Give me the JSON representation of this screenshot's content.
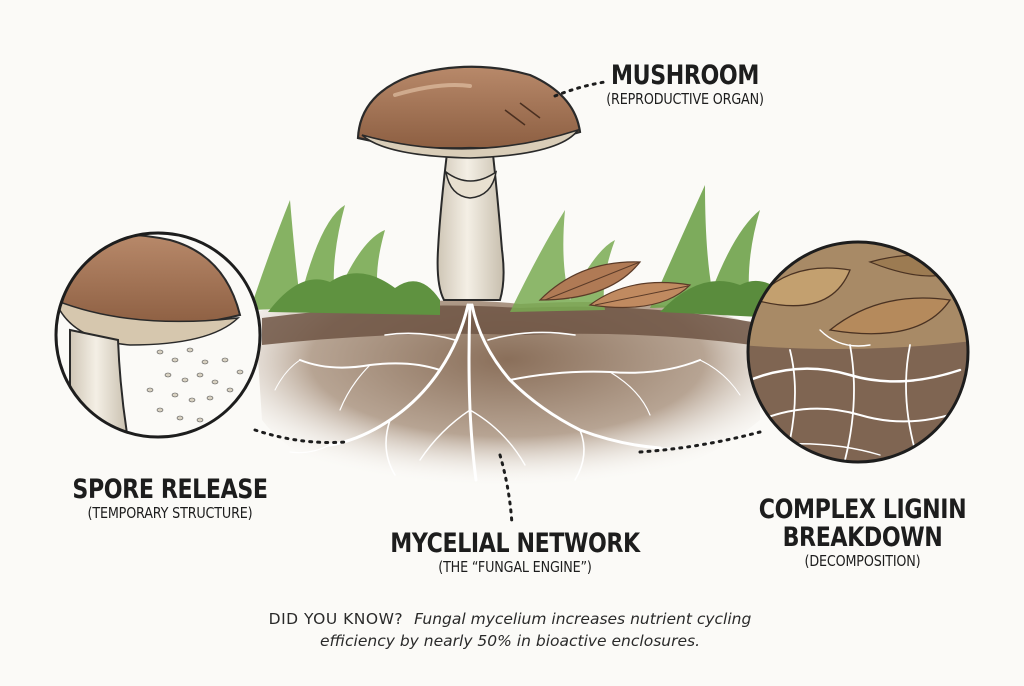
{
  "labels": {
    "mushroom": {
      "title": "MUSHROOM",
      "sub": "(REPRODUCTIVE ORGAN)"
    },
    "spore": {
      "title": "SPORE RELEASE",
      "sub": "(TEMPORARY STRUCTURE)"
    },
    "mycelium": {
      "title": "MYCELIAL NETWORK",
      "sub": "(THE “FUNGAL ENGINE”)"
    },
    "lignin": {
      "title_line1": "COMPLEX LIGNIN",
      "title_line2": "BREAKDOWN",
      "sub": "(DECOMPOSITION)"
    }
  },
  "fact": {
    "lead": "DID YOU KNOW?",
    "line1": "Fungal mycelium increases nutrient cycling",
    "line2": "efficiency by nearly 50% in bioactive enclosures."
  },
  "colors": {
    "cap": "#a9795a",
    "cap_dark": "#7d5238",
    "stem": "#ede6d8",
    "soil": "#7b6250",
    "soil_light": "#c9b8a6",
    "grass": "#6fa24a",
    "leaf": "#b07a55",
    "hyphae": "#ffffff",
    "ink": "#1d1d1d"
  },
  "icons": [
    "mushroom-illustration",
    "spore-closeup-circle",
    "lignin-closeup-circle",
    "mycelium-network"
  ]
}
